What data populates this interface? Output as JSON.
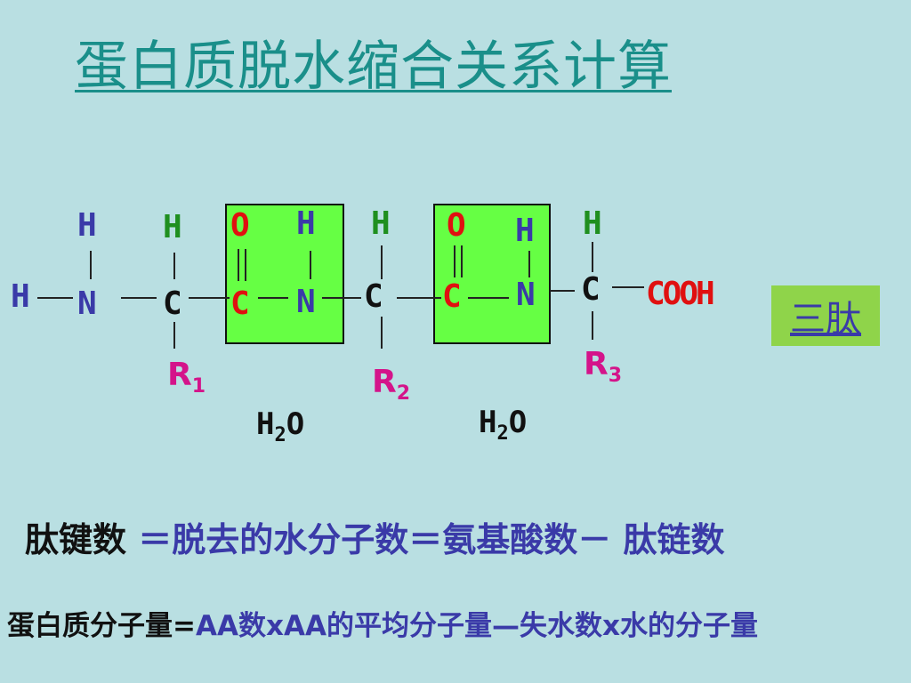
{
  "title": "蛋白质脱水缩合关系计算",
  "molecule": {
    "h_left": "H",
    "h_top_n1": "H",
    "n1": "N",
    "h_top_c1": "H",
    "c1": "C",
    "r1": "R",
    "r1_sub": "1",
    "o1": "O",
    "c_carbonyl1": "C",
    "h_top_n2": "H",
    "n2": "N",
    "h_top_c2": "H",
    "c2": "C",
    "r2": "R",
    "r2_sub": "2",
    "o2": "O",
    "c_carbonyl2": "C",
    "h_top_n3": "H",
    "n3": "N",
    "h_top_c3": "H",
    "c3": "C",
    "r3": "R",
    "r3_sub": "3",
    "cooh": "COOH"
  },
  "water1": {
    "h": "H",
    "sub": "2",
    "o": "O"
  },
  "water2": {
    "h": "H",
    "sub": "2",
    "o": "O"
  },
  "tripeptide_label": "三肽",
  "formula1": {
    "part1": "肽键数 ",
    "part2": "＝脱去的水分子数＝氨基酸数－ 肽链数"
  },
  "formula2": {
    "part1": "蛋白质分子量=",
    "part2": "AA数xAA的平均分子量—失水数x水的分子量"
  },
  "colors": {
    "background": "#b9dfe2",
    "title": "#1a8f8a",
    "box": "#66ff44",
    "label_box": "#8fd44a"
  }
}
